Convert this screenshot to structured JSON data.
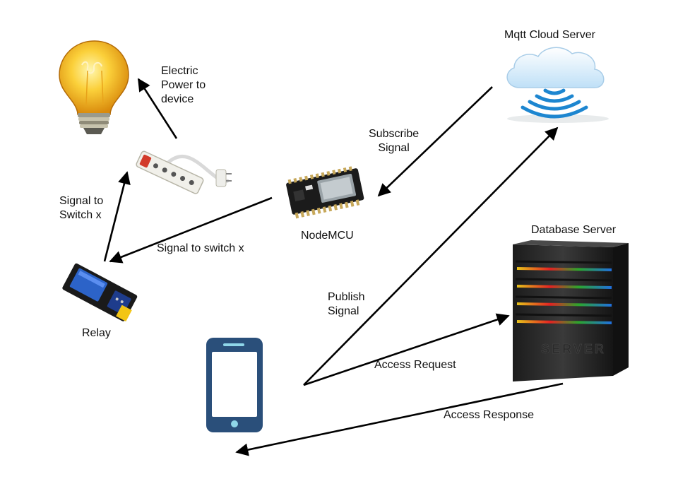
{
  "nodes": {
    "light_bulb": {
      "icon": "light-bulb-icon"
    },
    "power_strip": {
      "icon": "power-strip-icon"
    },
    "relay": {
      "label": "Relay",
      "icon": "relay-module-icon"
    },
    "nodemcu": {
      "label": "NodeMCU",
      "icon": "nodemcu-board-icon"
    },
    "mqtt": {
      "label": "Mqtt Cloud Server",
      "icon": "cloud-icon"
    },
    "database": {
      "label": "Database Server",
      "icon": "server-rack-icon",
      "rack_text": "SERVER"
    },
    "phone": {
      "icon": "smartphone-icon"
    }
  },
  "edges": {
    "power_to_device": {
      "line1": "Electric",
      "line2": "Power to",
      "line3": "device"
    },
    "relay_to_strip": {
      "line1": "Signal to",
      "line2": "Switch x"
    },
    "nodemcu_to_relay": {
      "text": "Signal to switch x"
    },
    "mqtt_to_nodemcu": {
      "line1": "Subscribe",
      "line2": "Signal"
    },
    "phone_to_mqtt": {
      "line1": "Publish",
      "line2": "Signal"
    },
    "phone_to_db": {
      "text": "Access Request"
    },
    "db_to_phone": {
      "text": "Access Response"
    }
  },
  "colors": {
    "arrow": "#000000",
    "phone_body": "#2a4f7a",
    "bulb_glass": "#f4b71c",
    "cloud_waves": "#1d86d0",
    "server_body": "#2b2b2b",
    "relay_blue": "#2c63c8"
  }
}
